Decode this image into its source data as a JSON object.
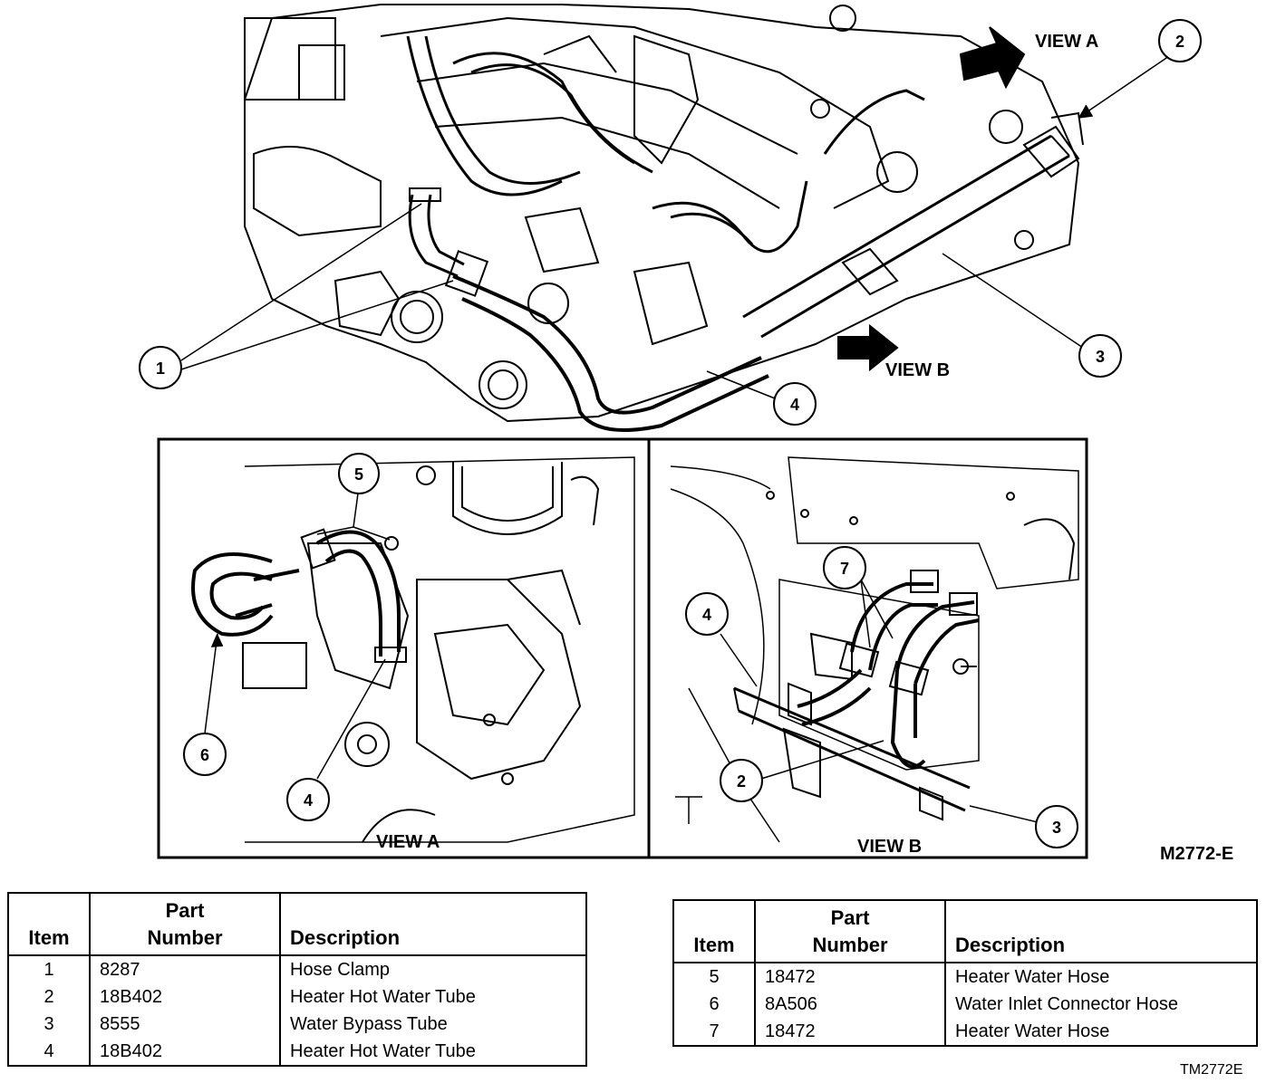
{
  "diagram": {
    "view_a_arrow_label": "VIEW A",
    "view_b_arrow_label": "VIEW B",
    "view_a_caption": "VIEW A",
    "view_b_caption": "VIEW B",
    "figure_code": "M2772-E",
    "table_code": "TM2772E",
    "callouts": {
      "main_1": "1",
      "main_2": "2",
      "main_3": "3",
      "main_4": "4",
      "a_5": "5",
      "a_6": "6",
      "a_4": "4",
      "b_7": "7",
      "b_4": "4",
      "b_2": "2",
      "b_3": "3"
    }
  },
  "parts_table": {
    "headers": {
      "item": "Item",
      "part_number_line1": "Part",
      "part_number_line2": "Number",
      "description": "Description"
    },
    "left_rows": [
      {
        "item": "1",
        "part_number": "8287",
        "description": "Hose Clamp"
      },
      {
        "item": "2",
        "part_number": "18B402",
        "description": "Heater Hot Water Tube"
      },
      {
        "item": "3",
        "part_number": "8555",
        "description": "Water Bypass Tube"
      },
      {
        "item": "4",
        "part_number": "18B402",
        "description": "Heater Hot Water Tube"
      }
    ],
    "right_rows": [
      {
        "item": "5",
        "part_number": "18472",
        "description": "Heater Water Hose"
      },
      {
        "item": "6",
        "part_number": "8A506",
        "description": "Water Inlet Connector Hose"
      },
      {
        "item": "7",
        "part_number": "18472",
        "description": "Heater Water Hose"
      }
    ]
  }
}
